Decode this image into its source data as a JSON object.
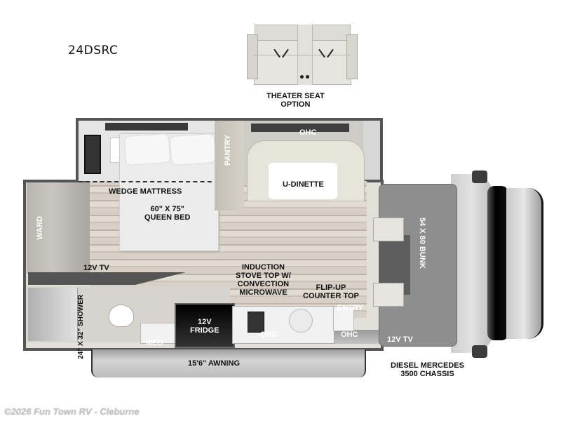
{
  "model": "24DSRC",
  "theater_seat_option": {
    "line1": "THEATER SEAT",
    "line2": "OPTION"
  },
  "labels": {
    "pantry": "PANTRY",
    "ohc_top": "OHC",
    "u_dinette": "U-DINETTE",
    "wedge_mattress": "WEDGE MATTRESS",
    "queen_bed_size": "60\" X 75\"",
    "queen_bed": "QUEEN BED",
    "ward": "WARD",
    "tv_bedroom": "12V TV",
    "shower_size": "24\" X 32\"",
    "shower": "SHOWER",
    "med": "MED",
    "fridge_line1": "12V",
    "fridge_line2": "FRIDGE",
    "stove_line1": "INDUCTION",
    "stove_line2": "STOVE TOP W/",
    "stove_line3": "CONVECTION",
    "stove_line4": "MICROWAVE",
    "flipup_line1": "FLIP-UP",
    "flipup_line2": "COUNTER TOP",
    "entry": "ENTRY",
    "ohc_galley": "OHC",
    "ohc_entry": "OHC",
    "bunk": "54 X 80 BUNK",
    "tv_cab": "12V TV",
    "awning": "15'6\" AWNING",
    "chassis_line1": "DIESEL MERCEDES",
    "chassis_line2": "3500 CHASSIS"
  },
  "watermark": "©2026 Fun Town RV - Cleburne",
  "colors": {
    "wall": "#555555",
    "floor": "#d8d0c6",
    "bunk": "#8e8e8e",
    "watermark": "#c8c8c8"
  }
}
